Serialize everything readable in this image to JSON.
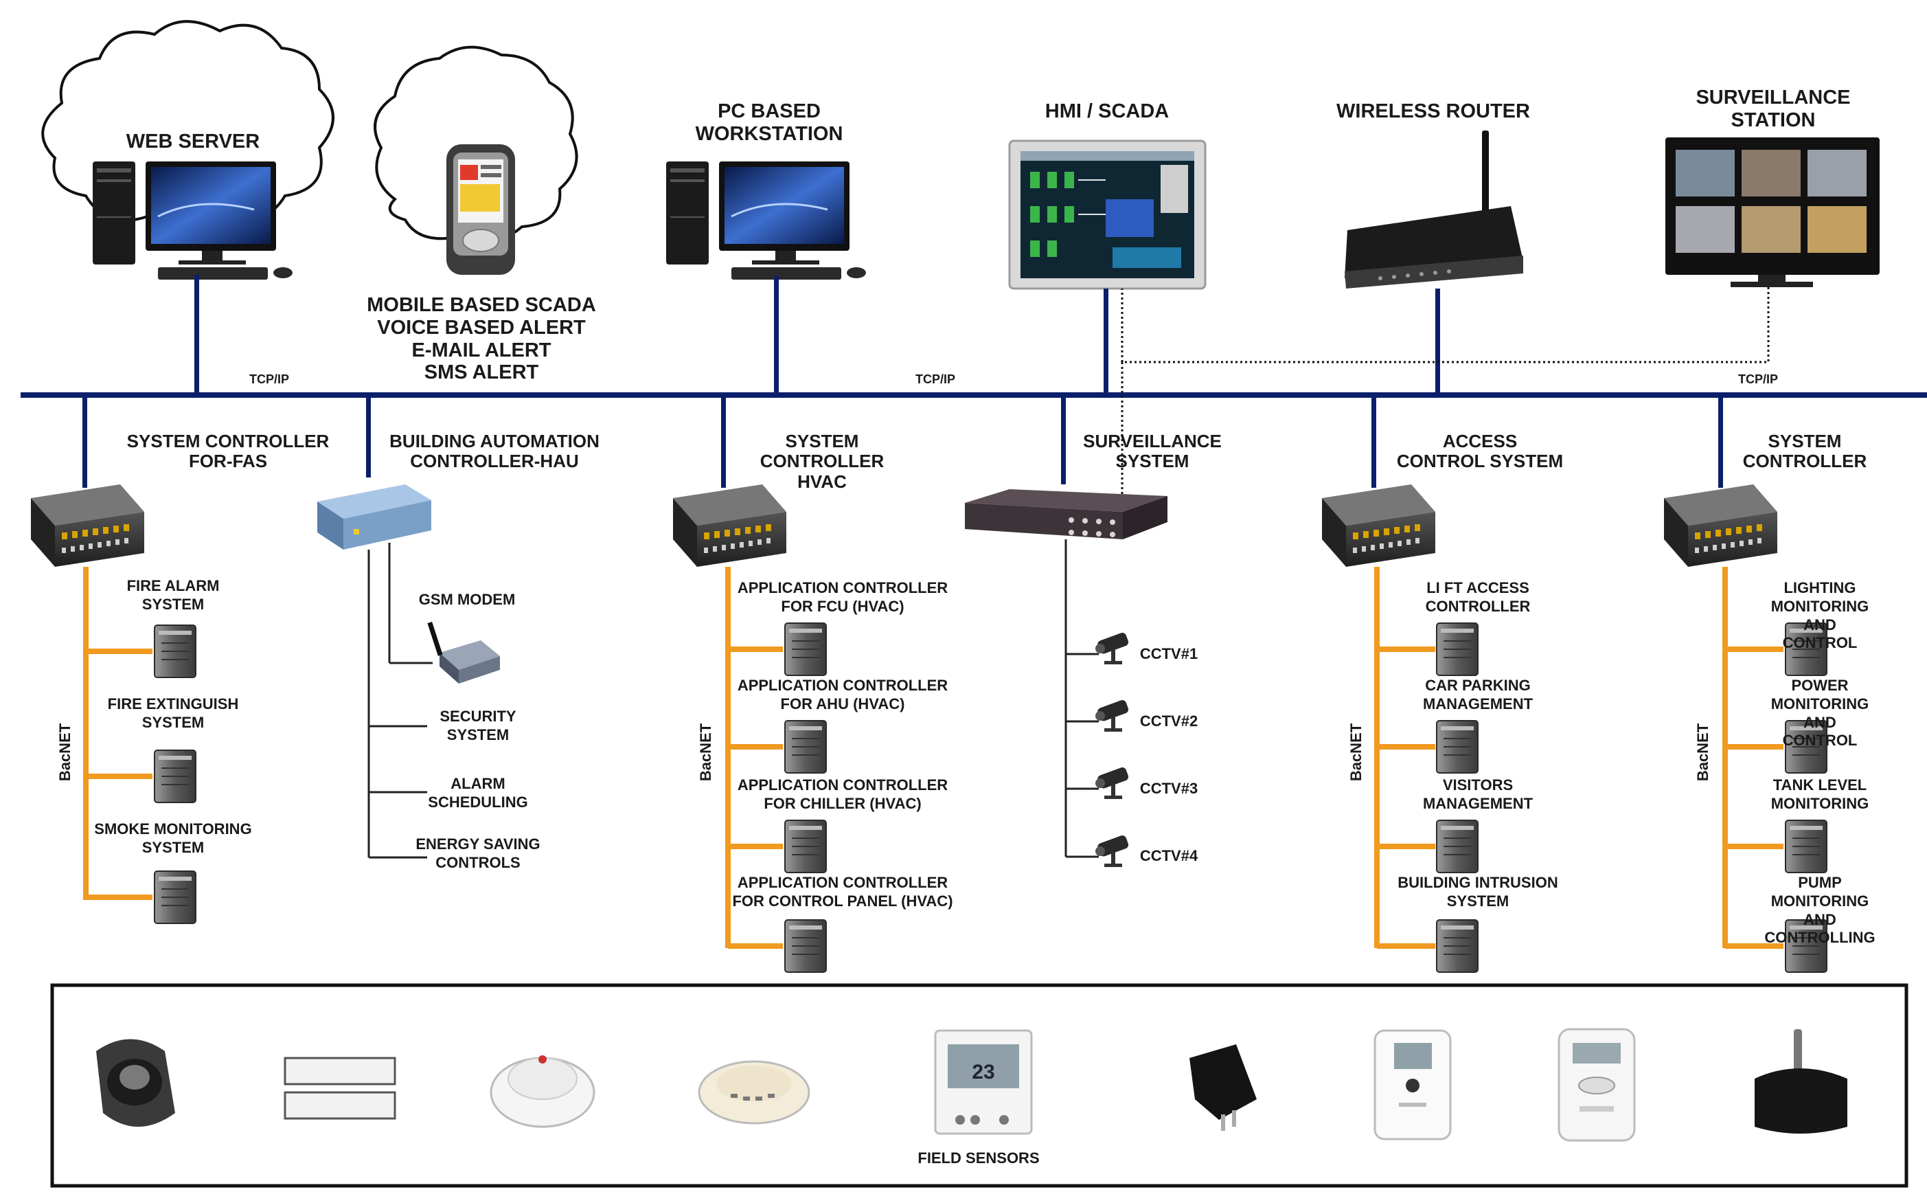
{
  "top_nodes": {
    "web_server": "WEB SERVER",
    "mobile_scada": "MOBILE BASED SCADA\nVOICE BASED ALERT\nE-MAIL ALERT\nSMS ALERT",
    "pc_workstation": "PC BASED\nWORKSTATION",
    "hmi_scada": "HMI / SCADA",
    "wireless_router": "WIRELESS ROUTER",
    "surveillance_station": "SURVEILLANCE\nSTATION"
  },
  "bus_labels": [
    "TCP/IP",
    "TCP/IP",
    "TCP/IP"
  ],
  "subsystems": {
    "fas": {
      "title": "SYSTEM CONTROLLER\nFOR-FAS",
      "bus": "BacNET",
      "items": [
        "FIRE ALARM\nSYSTEM",
        "FIRE EXTINGUISH\nSYSTEM",
        "SMOKE MONITORING\nSYSTEM"
      ]
    },
    "hau": {
      "title": "BUILDING AUTOMATION\nCONTROLLER-HAU",
      "items": [
        "GSM MODEM",
        "SECURITY\nSYSTEM",
        "ALARM\nSCHEDULING",
        "ENERGY SAVING\nCONTROLS"
      ]
    },
    "hvac": {
      "title": "SYSTEM\nCONTROLLER\nHVAC",
      "bus": "BacNET",
      "items": [
        "APPLICATION CONTROLLER\nFOR FCU (HVAC)",
        "APPLICATION CONTROLLER\nFOR AHU (HVAC)",
        "APPLICATION CONTROLLER\nFOR CHILLER (HVAC)",
        "APPLICATION CONTROLLER\nFOR CONTROL PANEL (HVAC)"
      ]
    },
    "surveillance": {
      "title": "SURVEILLANCE\nSYSTEM",
      "items": [
        "CCTV#1",
        "CCTV#2",
        "CCTV#3",
        "CCTV#4"
      ]
    },
    "access": {
      "title": "ACCESS\nCONTROL SYSTEM",
      "bus": "BacNET",
      "items": [
        "LI FT ACCESS\nCONTROLLER",
        "CAR PARKING\nMANAGEMENT",
        "VISITORS\nMANAGEMENT",
        "BUILDING INTRUSION\nSYSTEM"
      ]
    },
    "controller": {
      "title": "SYSTEM\nCONTROLLER",
      "bus": "BacNET",
      "items": [
        "LIGHTING MONITORING\nAND CONTROL",
        "POWER MONITORING\nAND CONTROL",
        "TANK LEVEL\nMONITORING",
        "PUMP MONITORING\nAND CONTROLLING"
      ]
    }
  },
  "field_sensors": {
    "label": "FIELD SENSORS",
    "thermostat_reading": "23",
    "icons": [
      "motion-sensor-icon",
      "door-contact-sensor-icon",
      "smoke-detector-icon",
      "heat-detector-icon",
      "thermostat-icon",
      "plug-adapter-icon",
      "wall-thermostat-icon",
      "humidity-controller-icon",
      "tire-pressure-sensor-icon"
    ]
  },
  "colors": {
    "tcp_bus": "#0b1f6b",
    "bacnet_bus": "#f09a20",
    "line_gray": "#222222",
    "box_border": "#111111"
  }
}
